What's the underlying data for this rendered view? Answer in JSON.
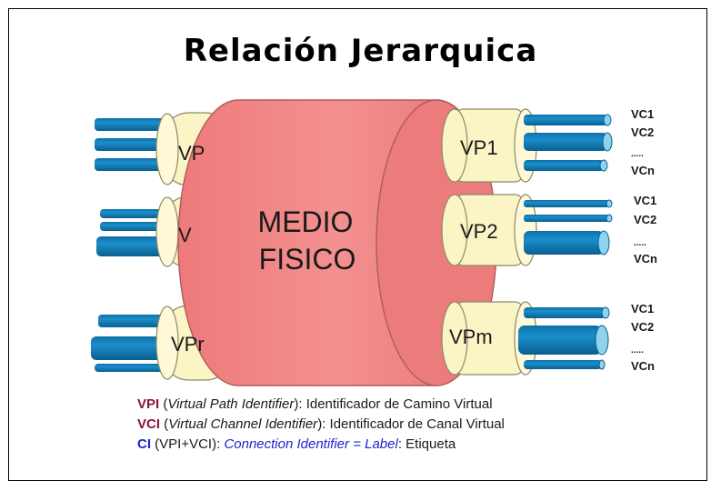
{
  "title": "Relación Jerarquica",
  "medium": {
    "line1": "MEDIO",
    "line2": "FISICO"
  },
  "left_paths": [
    "VP",
    "V",
    "VPr"
  ],
  "right_paths": [
    {
      "label": "VP1",
      "channels": [
        "VC1",
        "VC2",
        ".....",
        "VCn"
      ]
    },
    {
      "label": "VP2",
      "channels": [
        "VC1",
        "VC2",
        ".....",
        "VCn"
      ]
    },
    {
      "label": "VPm",
      "channels": [
        "VC1",
        "VC2",
        ".....",
        "VCn"
      ]
    }
  ],
  "legend": {
    "vpi": {
      "abbr": "VPI",
      "open": " (",
      "full": "Virtual Path Identifier",
      "close": "): ",
      "desc": "Identificador de Camino Virtual"
    },
    "vci": {
      "abbr": "VCI",
      "open": " (",
      "full": "Virtual Channel Identifier",
      "close": "): ",
      "desc": "Identificador de Canal Virtual"
    },
    "ci": {
      "abbr": "CI",
      "formula": " (VPI+VCI): ",
      "full": "Connection Identifier = Label",
      "colon": ": ",
      "desc": "Etiqueta"
    }
  },
  "colors": {
    "medium": "#f08080",
    "medium_dark": "#e36d6d",
    "path": "#fbf4c4",
    "path_outline": "#8a8a6a",
    "channel": "#1a86c0",
    "channel_light": "#8fd3ee",
    "vpi": "#8a1540",
    "ci": "#2222cc"
  }
}
